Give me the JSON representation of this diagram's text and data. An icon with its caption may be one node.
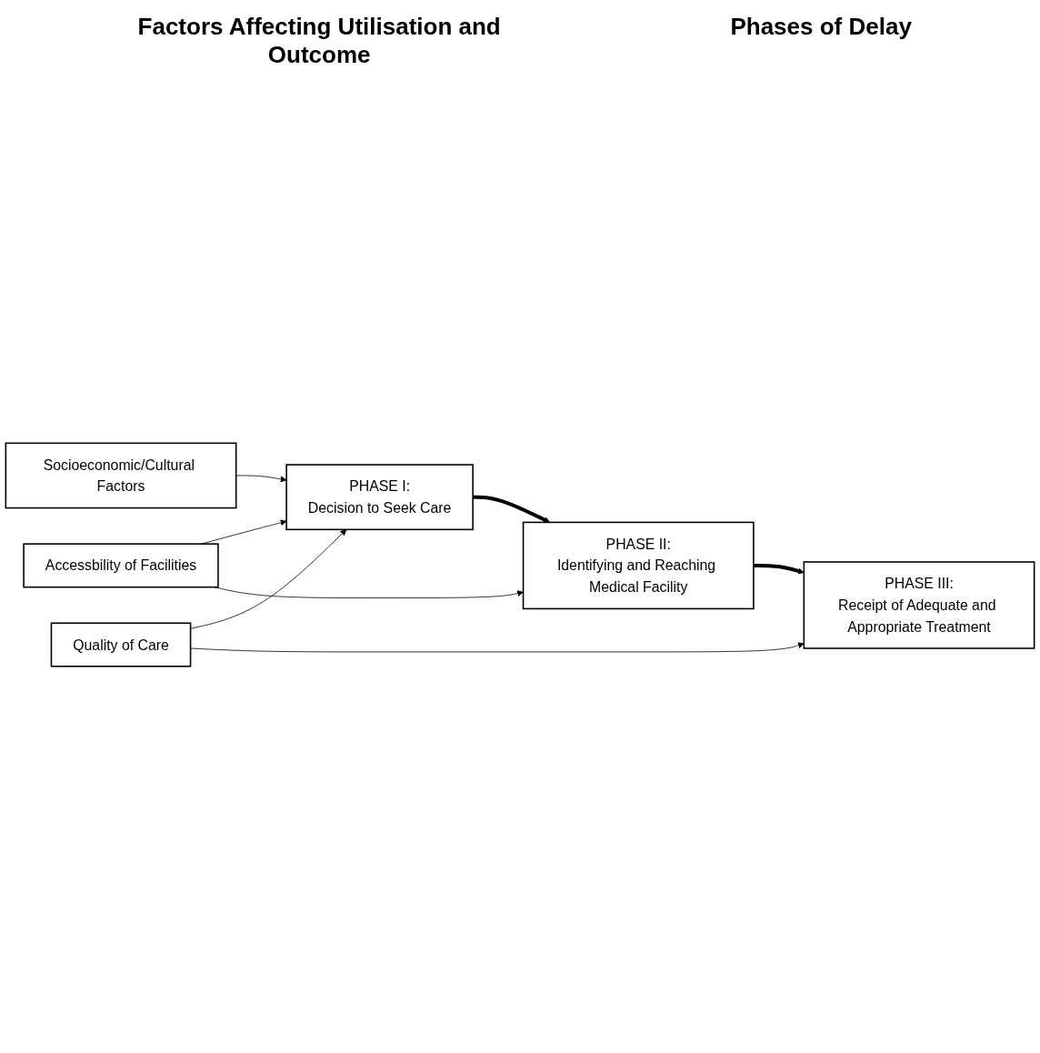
{
  "diagram": {
    "nodes": [
      {
        "text": [
          "Socioeconomic/Cultural Factors"
        ]
      },
      {
        "text": [
          "Accessbility of Facilities"
        ]
      },
      {
        "text": [
          "Quality of Care"
        ]
      },
      {
        "text": [
          "PHASE I:",
          "Decision to Seek Care"
        ]
      },
      {
        "text": [
          "PHASE II:",
          "Identifying and Reaching Medical Facility"
        ]
      },
      {
        "text": [
          "PHASE III:",
          "Receipt of Adequate and Appropriate Treatment"
        ]
      }
    ],
    "edges": [
      {
        "from": 0,
        "to": 3,
        "arrow": "to"
      },
      {
        "from": 1,
        "to": 3,
        "arrow": "to"
      },
      {
        "from": 2,
        "to": 3,
        "arrow": "to"
      },
      {
        "from": 1,
        "to": 4,
        "arrow": "to"
      },
      {
        "from": 2,
        "to": 5,
        "arrow": "to"
      },
      {
        "from": 3,
        "to": 4,
        "arrow": "to",
        "style": "thick"
      },
      {
        "from": 4,
        "to": 5,
        "arrow": "to",
        "style": "thick"
      }
    ],
    "labels": [
      "Factors Affecting Utilisation and Outcome",
      "Phases of Delay"
    ]
  }
}
